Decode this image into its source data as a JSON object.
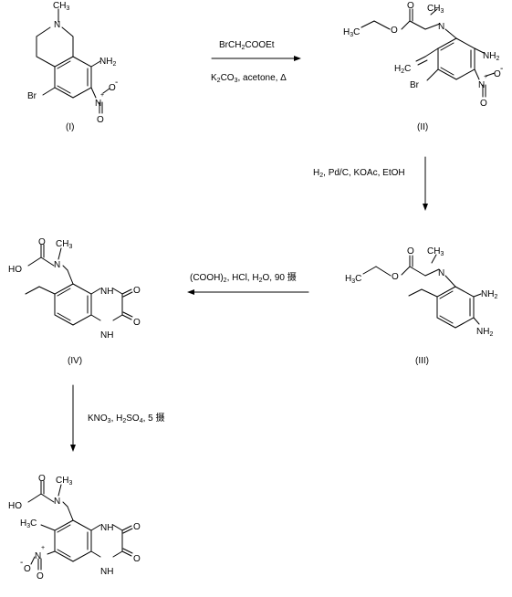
{
  "compounds": {
    "c1": {
      "label": "(I)"
    },
    "c2": {
      "label": "(II)"
    },
    "c3": {
      "label": "(III)"
    },
    "c4": {
      "label": "(IV)"
    }
  },
  "steps": {
    "s1": {
      "reagent": "BrCH2COOEt",
      "conditions": "K2CO3, acetone, Δ"
    },
    "s2": {
      "conditions": "H2, Pd/C, KOAc, EtOH"
    },
    "s3": {
      "conditions": "(COOH)2, HCl, H2O, 90 摄"
    },
    "s4": {
      "conditions": "KNO3, H2SO4, 5 摄"
    }
  },
  "atoms": {
    "CH3": "CH",
    "three": "3",
    "N": "N",
    "NH": "NH",
    "NH2": "NH",
    "two": "2",
    "Br": "Br",
    "O": "O",
    "Ominus": "-",
    "Nplus": "+",
    "HO": "HO",
    "H3C": "H",
    "H2C": "H",
    "C": "C",
    "H": "H"
  }
}
